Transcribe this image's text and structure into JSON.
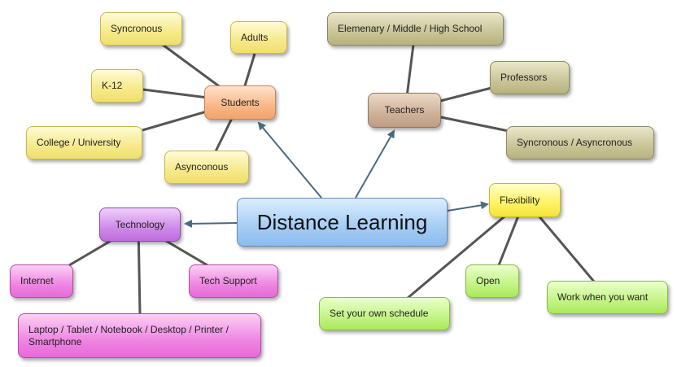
{
  "center": {
    "label": "Distance Learning"
  },
  "students": {
    "label": "Students",
    "children": [
      "Syncronous",
      "Adults",
      "K-12",
      "College / University",
      "Asynconous"
    ]
  },
  "teachers": {
    "label": "Teachers",
    "children": [
      "Elemenary / Middle / High School",
      "Professors",
      "Syncronous / Asyncronous"
    ]
  },
  "flexibility": {
    "label": "Flexibility",
    "children": [
      "Set your own schedule",
      "Open",
      "Work when you want"
    ]
  },
  "technology": {
    "label": "Technology",
    "children": [
      "Internet",
      "Tech Support",
      "Laptop / Tablet / Notebook / Desktop / Printer / Smartphone"
    ]
  },
  "colors": {
    "arrow": "#4a6a80",
    "connector": "#555555",
    "center": "#a9cff5",
    "students": "#f8b887",
    "teachers": "#cfb199",
    "flexibility": "#fff262",
    "technology": "#cf8be8"
  }
}
